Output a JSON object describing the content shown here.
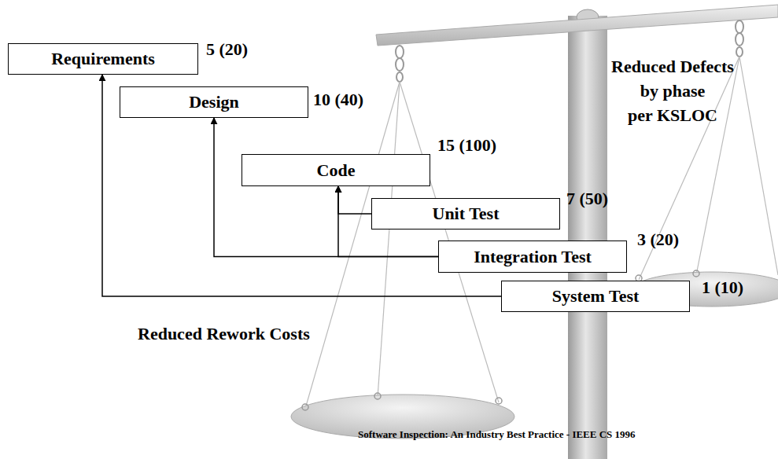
{
  "diagram": {
    "nodes": [
      {
        "text": [
          "Requirements"
        ]
      },
      {
        "text": [
          "Design"
        ]
      },
      {
        "text": [
          "Code"
        ]
      },
      {
        "text": [
          "Unit Test"
        ]
      },
      {
        "text": [
          "Integration Test"
        ]
      },
      {
        "text": [
          "System Test"
        ]
      }
    ],
    "edges": [
      {
        "from": 3,
        "to": 2,
        "arrow": "to"
      },
      {
        "from": 4,
        "to": 2,
        "arrow": "to"
      },
      {
        "from": 4,
        "to": 1,
        "arrow": "to"
      },
      {
        "from": 5,
        "to": 0,
        "arrow": "to"
      }
    ],
    "labels": [
      "5 (20)",
      "10 (40)",
      "15 (100)",
      "7 (50)",
      "3 (20)",
      "1 (10)",
      "Reduced Defects",
      "by phase",
      "per KSLOC",
      "Reduced Rework Costs",
      "Software Inspection: An Industry Best Practice - IEEE CS 1996"
    ]
  }
}
